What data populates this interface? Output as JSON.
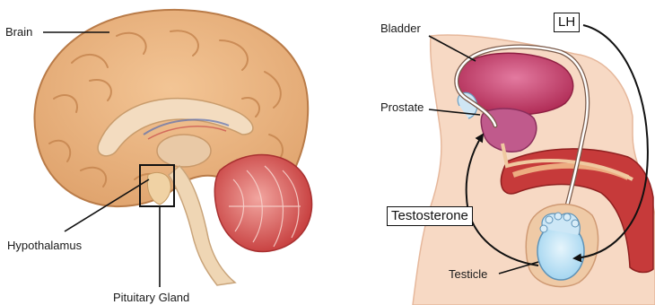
{
  "brain_panel": {
    "label_brain": "Brain",
    "label_hypothalamus": "Hypothalamus",
    "label_pituitary": "Pituitary Gland"
  },
  "reproductive_panel": {
    "label_bladder": "Bladder",
    "label_prostate": "Prostate",
    "label_testicle": "Testicle",
    "hormone_lh": "LH",
    "hormone_testosterone": "Testosterone"
  },
  "colors": {
    "cortex": "#e8b07a",
    "cortex_dark": "#c98a55",
    "cerebellum": "#d2504e",
    "brainstem": "#efd6b4",
    "skin": "#f7d9c4",
    "bladder": "#c23a63",
    "prostate": "#c05a8c",
    "penis": "#c63a3a",
    "testicle": "#bfe3f5",
    "arrow": "#111111"
  }
}
